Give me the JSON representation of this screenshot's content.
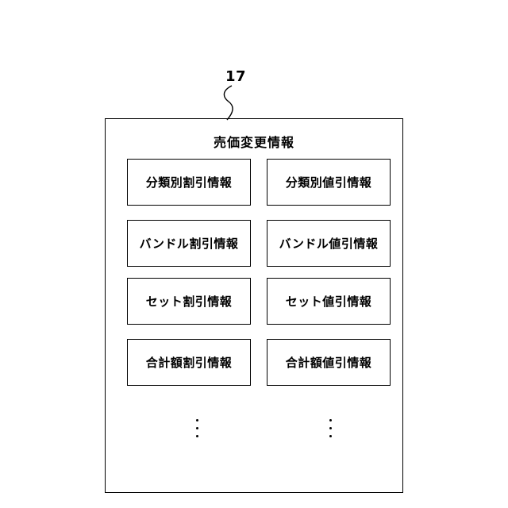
{
  "reference_number": "17",
  "outer_box": {
    "title": "売価変更情報"
  },
  "items": {
    "left": [
      "分類別割引情報",
      "バンドル割引情報",
      "セット割引情報",
      "合計額割引情報"
    ],
    "right": [
      "分類別値引情報",
      "バンドル値引情報",
      "セット値引情報",
      "合計額値引情報"
    ]
  }
}
